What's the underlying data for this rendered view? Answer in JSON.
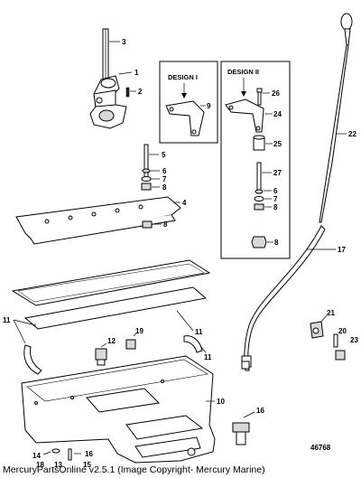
{
  "designs": {
    "design1": "DESIGN I",
    "design2": "DESIGN II"
  },
  "figure_number": "46768",
  "footer": "MercuryPartsOnline v2.5.1 (Image Copyright- Mercury Marine)",
  "callouts": {
    "c1": "1",
    "c2": "2",
    "c3": "3",
    "c4": "4",
    "c5": "5",
    "c6": "6",
    "c7": "7",
    "c8a": "8",
    "c8b": "8",
    "c9": "9",
    "c10": "10",
    "c11a": "11",
    "c11b": "11",
    "c11c": "11",
    "c12": "12",
    "c13": "13",
    "c14": "14",
    "c15": "15",
    "c16": "16",
    "c17": "17",
    "c18": "18",
    "c19": "19",
    "c20": "20",
    "c21": "21",
    "c22": "22",
    "c23": "23",
    "d2_26": "26",
    "d2_24": "24",
    "d2_25": "25",
    "d2_27": "27",
    "d2_6": "6",
    "d2_7": "7",
    "d2_8a": "8",
    "d2_8b": "8"
  }
}
